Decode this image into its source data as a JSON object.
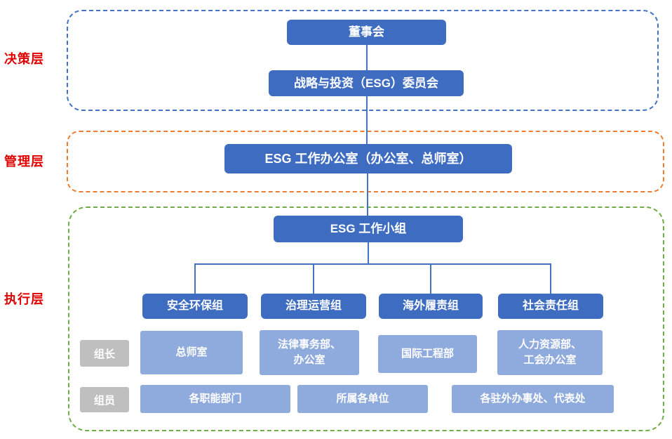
{
  "layers": {
    "decision": {
      "label": "决策层",
      "border_color": "#4472C4"
    },
    "management": {
      "label": "管理层",
      "border_color": "#ED7D31"
    },
    "execution": {
      "label": "执行层",
      "border_color": "#70AD47"
    }
  },
  "nodes": {
    "board": "董事会",
    "esg_committee": "战略与投资（ESG）委员会",
    "esg_office": "ESG 工作办公室（办公室、总师室）",
    "esg_workgroup": "ESG 工作小组"
  },
  "groups": [
    {
      "name": "安全环保组",
      "leader": "总师室"
    },
    {
      "name": "治理运营组",
      "leader": "法律事务部、\n办公室"
    },
    {
      "name": "海外履责组",
      "leader": "国际工程部"
    },
    {
      "name": "社会责任组",
      "leader": "人力资源部、\n工会办公室"
    }
  ],
  "row_labels": {
    "leader": "组长",
    "member": "组员"
  },
  "members": [
    "各职能部门",
    "所属各单位",
    "各驻外办事处、代表处"
  ],
  "colors": {
    "node_dark": "#3D6CC0",
    "node_light": "#8FAADC",
    "label_gray": "#BFBFBF",
    "layer_label_red": "#E00000",
    "connector": "#4472C4"
  }
}
